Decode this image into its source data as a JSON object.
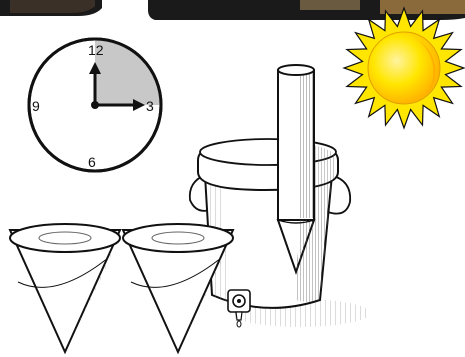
{
  "clock": {
    "numerals": {
      "top": "12",
      "right": "3",
      "bottom": "6",
      "left": "9"
    },
    "time_shown": "3:00",
    "highlighted_quadrant": "12-to-3",
    "colors": {
      "face": "#ffffff",
      "outline": "#111111",
      "highlight": "#c8c8c8"
    }
  },
  "sun": {
    "icon": "sun-icon",
    "colors": {
      "outer": "#ffe600",
      "inner": "#ffb400",
      "outline": "#111111"
    }
  },
  "cooler": {
    "icon": "water-cooler-icon"
  },
  "cones": {
    "icon": "paper-cone-cup-icon",
    "count": 2
  },
  "top_photos": {
    "count": 2,
    "color": "#1a1a1a"
  }
}
